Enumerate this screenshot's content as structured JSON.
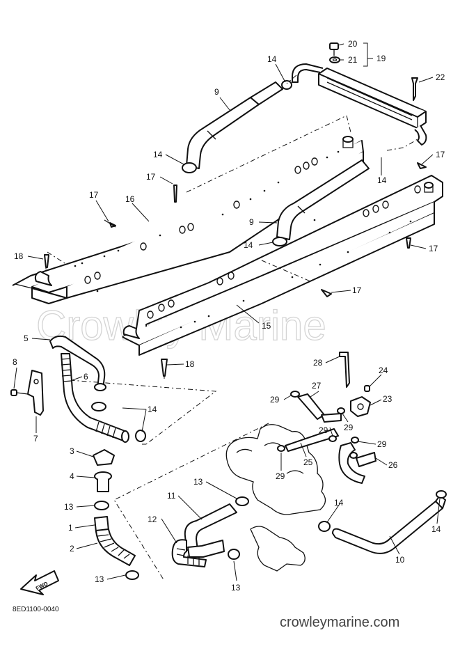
{
  "diagram": {
    "watermark": "Crowley Marine",
    "drawing_code": "8ED1100-0040",
    "website": "crowleymarine.com",
    "fwd_label": "FWD",
    "callouts": [
      {
        "id": "c-20",
        "text": "20"
      },
      {
        "id": "c-21",
        "text": "21"
      },
      {
        "id": "c-19",
        "text": "19"
      },
      {
        "id": "c-22",
        "text": "22"
      },
      {
        "id": "c-14a",
        "text": "14"
      },
      {
        "id": "c-9a",
        "text": "9"
      },
      {
        "id": "c-14b",
        "text": "14"
      },
      {
        "id": "c-17a",
        "text": "17"
      },
      {
        "id": "c-17b",
        "text": "17"
      },
      {
        "id": "c-14c",
        "text": "14"
      },
      {
        "id": "c-17c",
        "text": "17"
      },
      {
        "id": "c-16",
        "text": "16"
      },
      {
        "id": "c-9b",
        "text": "9"
      },
      {
        "id": "c-14d",
        "text": "14"
      },
      {
        "id": "c-17d",
        "text": "17"
      },
      {
        "id": "c-18a",
        "text": "18"
      },
      {
        "id": "c-17e",
        "text": "17"
      },
      {
        "id": "c-15",
        "text": "15"
      },
      {
        "id": "c-5",
        "text": "5"
      },
      {
        "id": "c-18b",
        "text": "18"
      },
      {
        "id": "c-8",
        "text": "8"
      },
      {
        "id": "c-6",
        "text": "6"
      },
      {
        "id": "c-28",
        "text": "28"
      },
      {
        "id": "c-24",
        "text": "24"
      },
      {
        "id": "c-27",
        "text": "27"
      },
      {
        "id": "c-29a",
        "text": "29"
      },
      {
        "id": "c-23",
        "text": "23"
      },
      {
        "id": "c-14e",
        "text": "14"
      },
      {
        "id": "c-7",
        "text": "7"
      },
      {
        "id": "c-29b",
        "text": "29"
      },
      {
        "id": "c-29c",
        "text": "29"
      },
      {
        "id": "c-29d",
        "text": "29"
      },
      {
        "id": "c-3",
        "text": "3"
      },
      {
        "id": "c-25",
        "text": "25"
      },
      {
        "id": "c-26",
        "text": "26"
      },
      {
        "id": "c-29e",
        "text": "29"
      },
      {
        "id": "c-4",
        "text": "4"
      },
      {
        "id": "c-13a",
        "text": "13"
      },
      {
        "id": "c-14f",
        "text": "14"
      },
      {
        "id": "c-11",
        "text": "11"
      },
      {
        "id": "c-13b",
        "text": "13"
      },
      {
        "id": "c-14g",
        "text": "14"
      },
      {
        "id": "c-12",
        "text": "12"
      },
      {
        "id": "c-1",
        "text": "1"
      },
      {
        "id": "c-2",
        "text": "2"
      },
      {
        "id": "c-10",
        "text": "10"
      },
      {
        "id": "c-13c",
        "text": "13"
      },
      {
        "id": "c-13d",
        "text": "13"
      }
    ]
  }
}
